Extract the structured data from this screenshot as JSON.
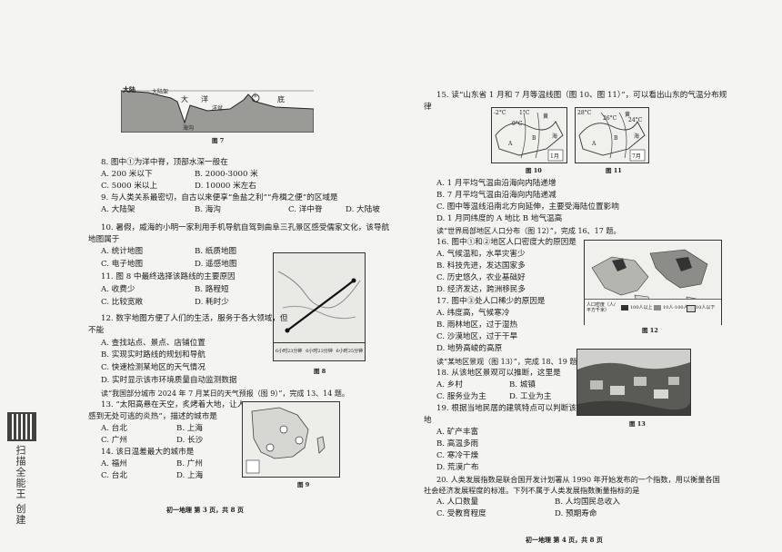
{
  "left": {
    "fig7": {
      "labels": [
        "大陆",
        "大陆架",
        "大",
        "洋",
        "①",
        "底",
        "洋盆",
        "海沟"
      ],
      "caption": "图 7"
    },
    "q8": {
      "stem": "8. 图中①为洋中脊，顶部水深一般在",
      "opts": [
        "A. 200 米以下",
        "B. 2000-3000 米",
        "C. 5000 米以上",
        "D. 10000 米左右"
      ]
    },
    "q9": {
      "stem": "9. 与人类关系最密切，自古以来便享“鱼盐之利”“舟楫之便”的区域是",
      "opts": [
        "A. 大陆架",
        "B. 海沟",
        "C. 洋中脊",
        "D. 大陆坡"
      ]
    },
    "q10": {
      "stem": "10. 暑假，威海的小明一家利用手机导航自驾到曲阜三孔景区感受儒家文化，该导航",
      "stem2": "地图属于",
      "opts": [
        "A. 统计地图",
        "B. 纸质地图",
        "C. 电子地图",
        "D. 遥感地图"
      ]
    },
    "q11": {
      "stem": "11. 图 8 中最终选择该路线的主要原因",
      "opts": [
        "A. 收费少",
        "B. 路程短",
        "C. 比较宽敞",
        "D. 耗时少"
      ]
    },
    "q12": {
      "stem": "12. 数字地图方便了人们的生活，服务于各大领域，但",
      "stem2": "不能",
      "opts": [
        "A. 查找站点、景点、店铺位置",
        "B. 实现实时路线的规划和导航",
        "C. 快速检测某地区的天气情况",
        "D. 实时显示该市环境质量自动监测数据"
      ]
    },
    "fig8": {
      "caption": "图 8",
      "times": [
        "6小时23分钟",
        "6小时23分钟",
        "6小时25分钟"
      ]
    },
    "intro13": "读“我国部分城市 2024 年 7 月某日的天气预报（图 9）”，完成 13、14 题。",
    "q13": {
      "stem": "13. “太阳高悬在天空，炙烤着大地，让人",
      "stem2": "感到无处可逃的炎热”，描述的城市是",
      "opts": [
        "A. 台北",
        "B. 上海",
        "C. 广州",
        "D. 长沙"
      ]
    },
    "q14": {
      "stem": "14. 该日温差最大的城市是",
      "opts": [
        "A. 福州",
        "B. 广州",
        "C. 台北",
        "D. 上海"
      ]
    },
    "fig9": {
      "caption": "图 9"
    },
    "footer": "初一地理   第 3 页，共 8 页",
    "side_text": "扫描全能王 创建"
  },
  "right": {
    "q15": {
      "stem": "15. 读“山东省 1 月和 7 月等温线图（图 10、图 11）”，可以看出山东的气温分布规",
      "stem2": "律",
      "opts": [
        "A. 1 月平均气温由沿海向内陆递增",
        "B. 7 月平均气温由沿海向内陆递减",
        "C. 图中等温线沿南北方向延伸，主要受海陆位置影响",
        "D. 1 月同纬度的 A 地比 B 地气温高"
      ]
    },
    "fig10": {
      "caption": "图 10",
      "labels": [
        "-2°C",
        "1°C",
        "0°C",
        "黄",
        "海",
        "A",
        "B",
        "1月"
      ]
    },
    "fig11": {
      "caption": "图 11",
      "labels": [
        "28°C",
        "26°C",
        "24°C",
        "黄",
        "海",
        "A",
        "B",
        "7月"
      ]
    },
    "intro16": "读“世界局部地区人口分布（图 12）”，完成 16、17 题。",
    "q16": {
      "stem": "16. 图中①和②地区人口密度大的原因是",
      "opts": [
        "A. 气候温和，水旱灾害少",
        "B. 科技先进，发达国家多",
        "C. 历史悠久，农业基础好",
        "D. 经济发达，跨洲移民多"
      ]
    },
    "q17": {
      "stem": "17. 图中③处人口稀少的原因是",
      "opts": [
        "A. 纬度高，气候寒冷",
        "B. 雨林地区，过于湿热",
        "C. 沙漠地区，过于干旱",
        "D. 地势高峻的高原"
      ]
    },
    "fig12": {
      "caption": "图 12",
      "legend_title": "人口密度（人/平方千米）",
      "legend": [
        "100人以上",
        "10人-100人",
        "10人以下"
      ]
    },
    "intro18": "读“某地区景观（图 13）”，完成 18、19 题。",
    "q18": {
      "stem": "18. 从该地区景观可以推断，这里是",
      "opts": [
        "A. 乡村",
        "B. 城镇",
        "C. 服务业为主",
        "D. 工业为主"
      ]
    },
    "q19": {
      "stem": "19. 根据当地民居的建筑特点可以判断该",
      "stem2": "地",
      "opts": [
        "A. 矿产丰富",
        "B. 高温多雨",
        "C. 寒冷干燥",
        "D. 荒漠广布"
      ]
    },
    "fig13": {
      "caption": "图 13"
    },
    "q20": {
      "stem": "20. 人类发展指数是联合国开发计划署从 1990 年开始发布的一个指数，用以衡量各国",
      "stem2": "社会经济发展程度的标准。下列不属于人类发展指数衡量指标的是",
      "opts": [
        "A. 人口数量",
        "B. 人均国民总收入",
        "C. 受教育程度",
        "D. 预期寿命"
      ]
    },
    "footer": "初一地理   第 4 页，共 8 页"
  },
  "colors": {
    "paper": "#f4f4f2",
    "ink": "#1a1a1a",
    "map": "#e9e9e6"
  }
}
